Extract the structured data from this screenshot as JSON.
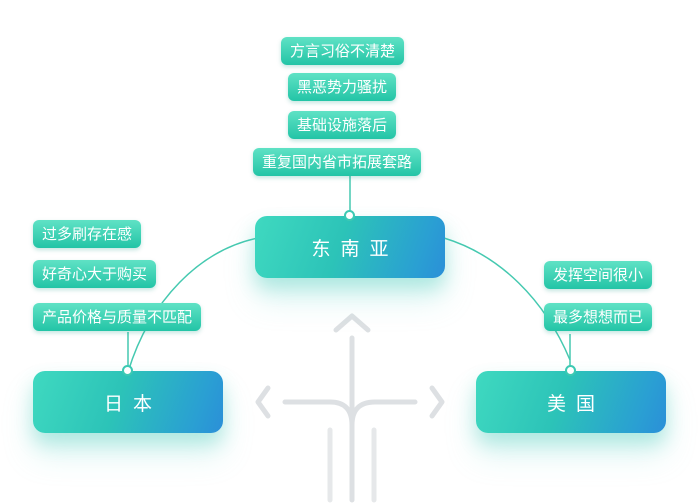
{
  "nodes": {
    "southeast_asia": {
      "label": "东南亚",
      "tags": [
        "方言习俗不清楚",
        "黑恶势力骚扰",
        "基础设施落后",
        "重复国内省市拓展套路"
      ]
    },
    "japan": {
      "label": "日本",
      "tags": [
        "过多刷存在感",
        "好奇心大于购买",
        "产品价格与质量不匹配"
      ]
    },
    "usa": {
      "label": "美国",
      "tags": [
        "发挥空间很小",
        "最多想想而已"
      ]
    }
  },
  "colors": {
    "tag_top": "#5fe2c5",
    "tag_bottom": "#23c4a6",
    "node_left": "#3fd9c0",
    "node_right": "#2b8fd8",
    "connector": "#45c9b0",
    "arrow_grey": "#dde0e3"
  }
}
